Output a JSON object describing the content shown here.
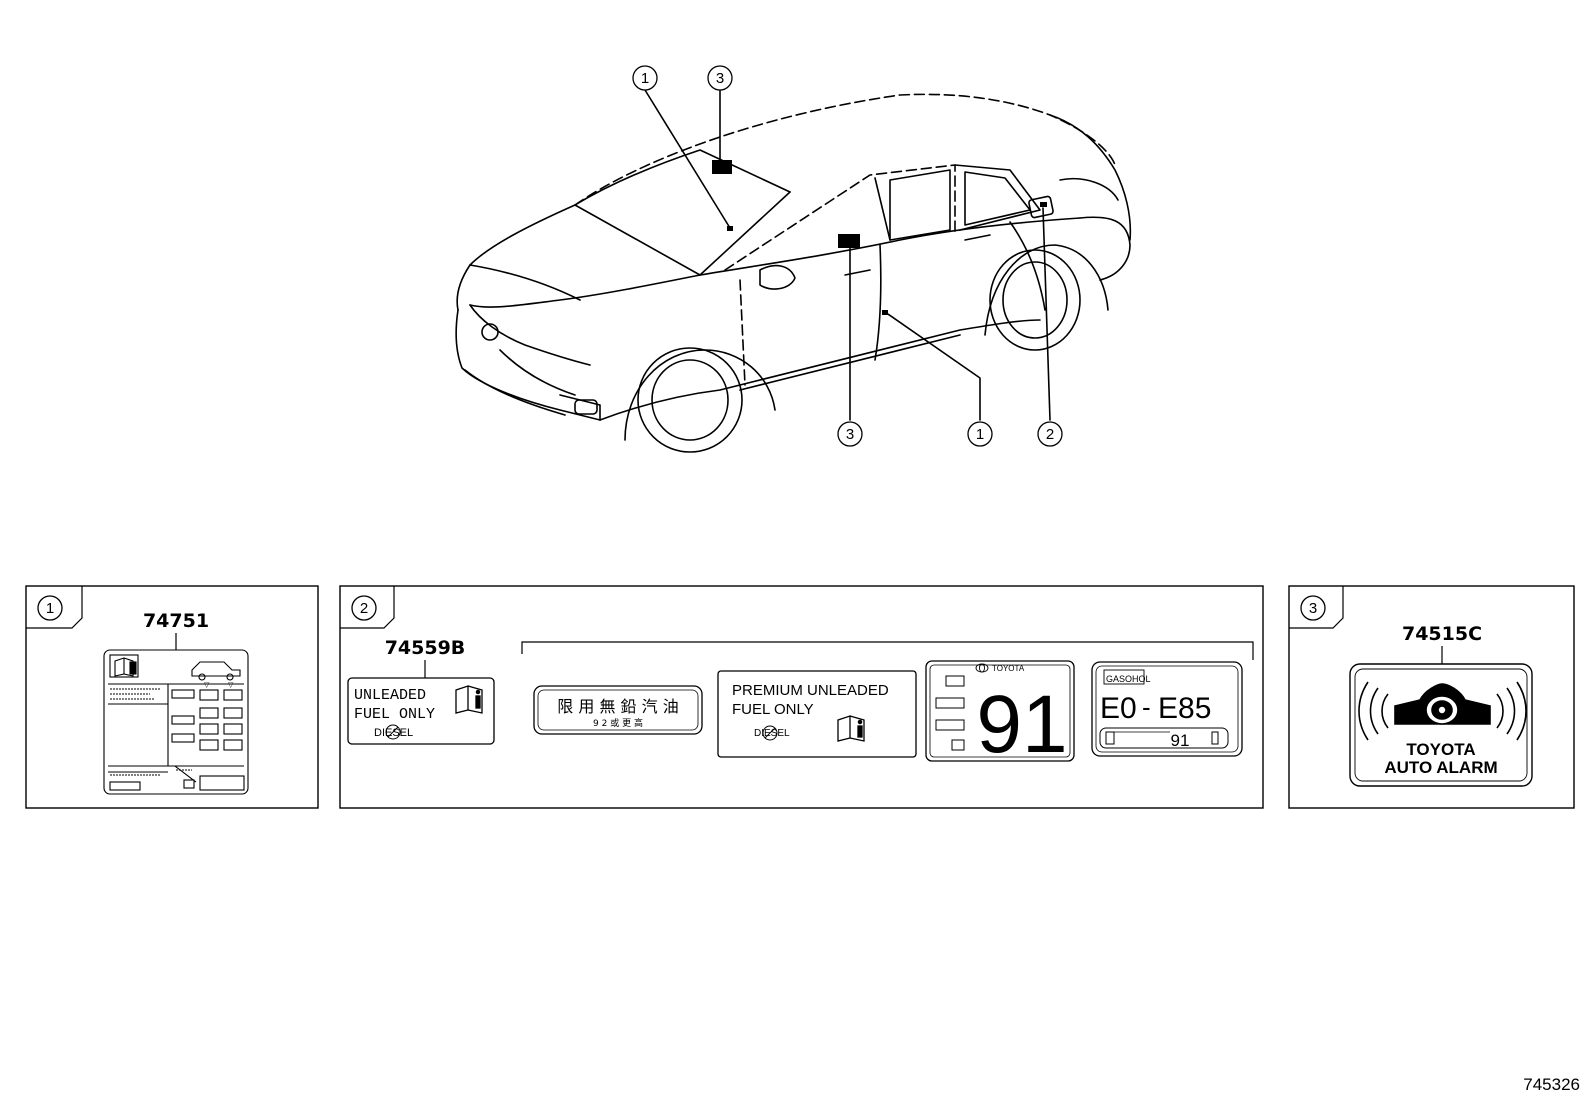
{
  "car": {
    "callouts": [
      "1",
      "3",
      "3",
      "1",
      "2"
    ]
  },
  "panels": [
    {
      "index": "1",
      "part_number": "74751"
    },
    {
      "index": "2",
      "part_number": "74559B"
    },
    {
      "index": "3",
      "part_number": "74515C"
    }
  ],
  "labels": {
    "unleaded": {
      "line1": "UNLEADED",
      "line2": "FUEL ONLY",
      "diesel": "DIESEL"
    },
    "japanese": {
      "line1": "限 用 無 鉛 汽 油",
      "line2": "9 2 或 更 高"
    },
    "premium": {
      "line1": "PREMIUM  UNLEADED",
      "line2": "FUEL ONLY",
      "diesel": "DIESEL"
    },
    "octane": {
      "brand": "TOYOTA",
      "value": "91"
    },
    "gasohol": {
      "brand": "GASOHOL",
      "range_left": "E0",
      "range_sep": "-",
      "range_right": "E85",
      "value": "91"
    },
    "alarm": {
      "line1": "TOYOTA",
      "line2": "AUTO ALARM"
    }
  },
  "diagram_id": "745326"
}
